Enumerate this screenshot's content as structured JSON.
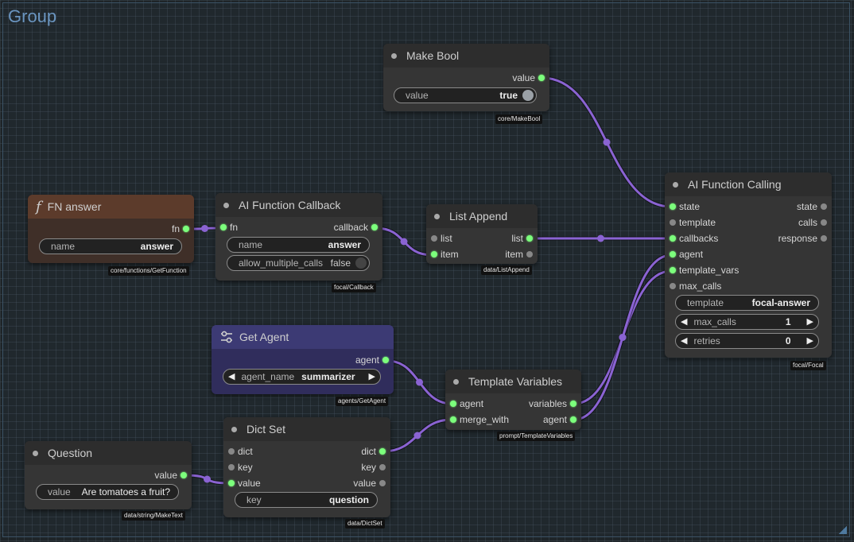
{
  "group": {
    "title": "Group"
  },
  "nodes": {
    "make_bool": {
      "title": "Make Bool",
      "tag": "core/MakeBool",
      "out_value": "value",
      "widget": {
        "label": "value",
        "value": "true"
      }
    },
    "fn_answer": {
      "title": "FN answer",
      "tag": "core/functions/GetFunction",
      "out_fn": "fn",
      "widget": {
        "label": "name",
        "value": "answer"
      }
    },
    "callback": {
      "title": "AI Function Callback",
      "tag": "focal/Callback",
      "in_fn": "fn",
      "out_callback": "callback",
      "w_name": {
        "label": "name",
        "value": "answer"
      },
      "w_allow": {
        "label": "allow_multiple_calls",
        "value": "false"
      }
    },
    "list_append": {
      "title": "List Append",
      "tag": "data/ListAppend",
      "in_list": "list",
      "in_item": "item",
      "out_list": "list",
      "out_item": "item"
    },
    "focal": {
      "title": "AI Function Calling",
      "tag": "focal/Focal",
      "inputs": [
        "state",
        "template",
        "callbacks",
        "agent",
        "template_vars",
        "max_calls"
      ],
      "outputs": [
        "state",
        "calls",
        "response"
      ],
      "w_template": {
        "label": "template",
        "value": "focal-answer"
      },
      "w_max_calls": {
        "label": "max_calls",
        "value": "1"
      },
      "w_retries": {
        "label": "retries",
        "value": "0"
      }
    },
    "get_agent": {
      "title": "Get Agent",
      "tag": "agents/GetAgent",
      "out_agent": "agent",
      "widget": {
        "label": "agent_name",
        "value": "summarizer"
      }
    },
    "template_vars": {
      "title": "Template Variables",
      "tag": "prompt/TemplateVariables",
      "in_agent": "agent",
      "in_merge": "merge_with",
      "out_variables": "variables",
      "out_agent": "agent"
    },
    "dict_set": {
      "title": "Dict Set",
      "tag": "data/DictSet",
      "inputs": [
        "dict",
        "key",
        "value"
      ],
      "outputs": [
        "dict",
        "key",
        "value"
      ],
      "widget": {
        "label": "key",
        "value": "question"
      }
    },
    "question": {
      "title": "Question",
      "tag": "data/string/MakeText",
      "out_value": "value",
      "widget": {
        "label": "value",
        "value": "Are tomatoes a fruit?"
      }
    }
  },
  "icons": {
    "arrow_left": "◀",
    "arrow_right": "▶"
  },
  "colors": {
    "link": "#8a63d2",
    "slot_connected": "#7cff7c",
    "group_title": "#6a95c0"
  }
}
